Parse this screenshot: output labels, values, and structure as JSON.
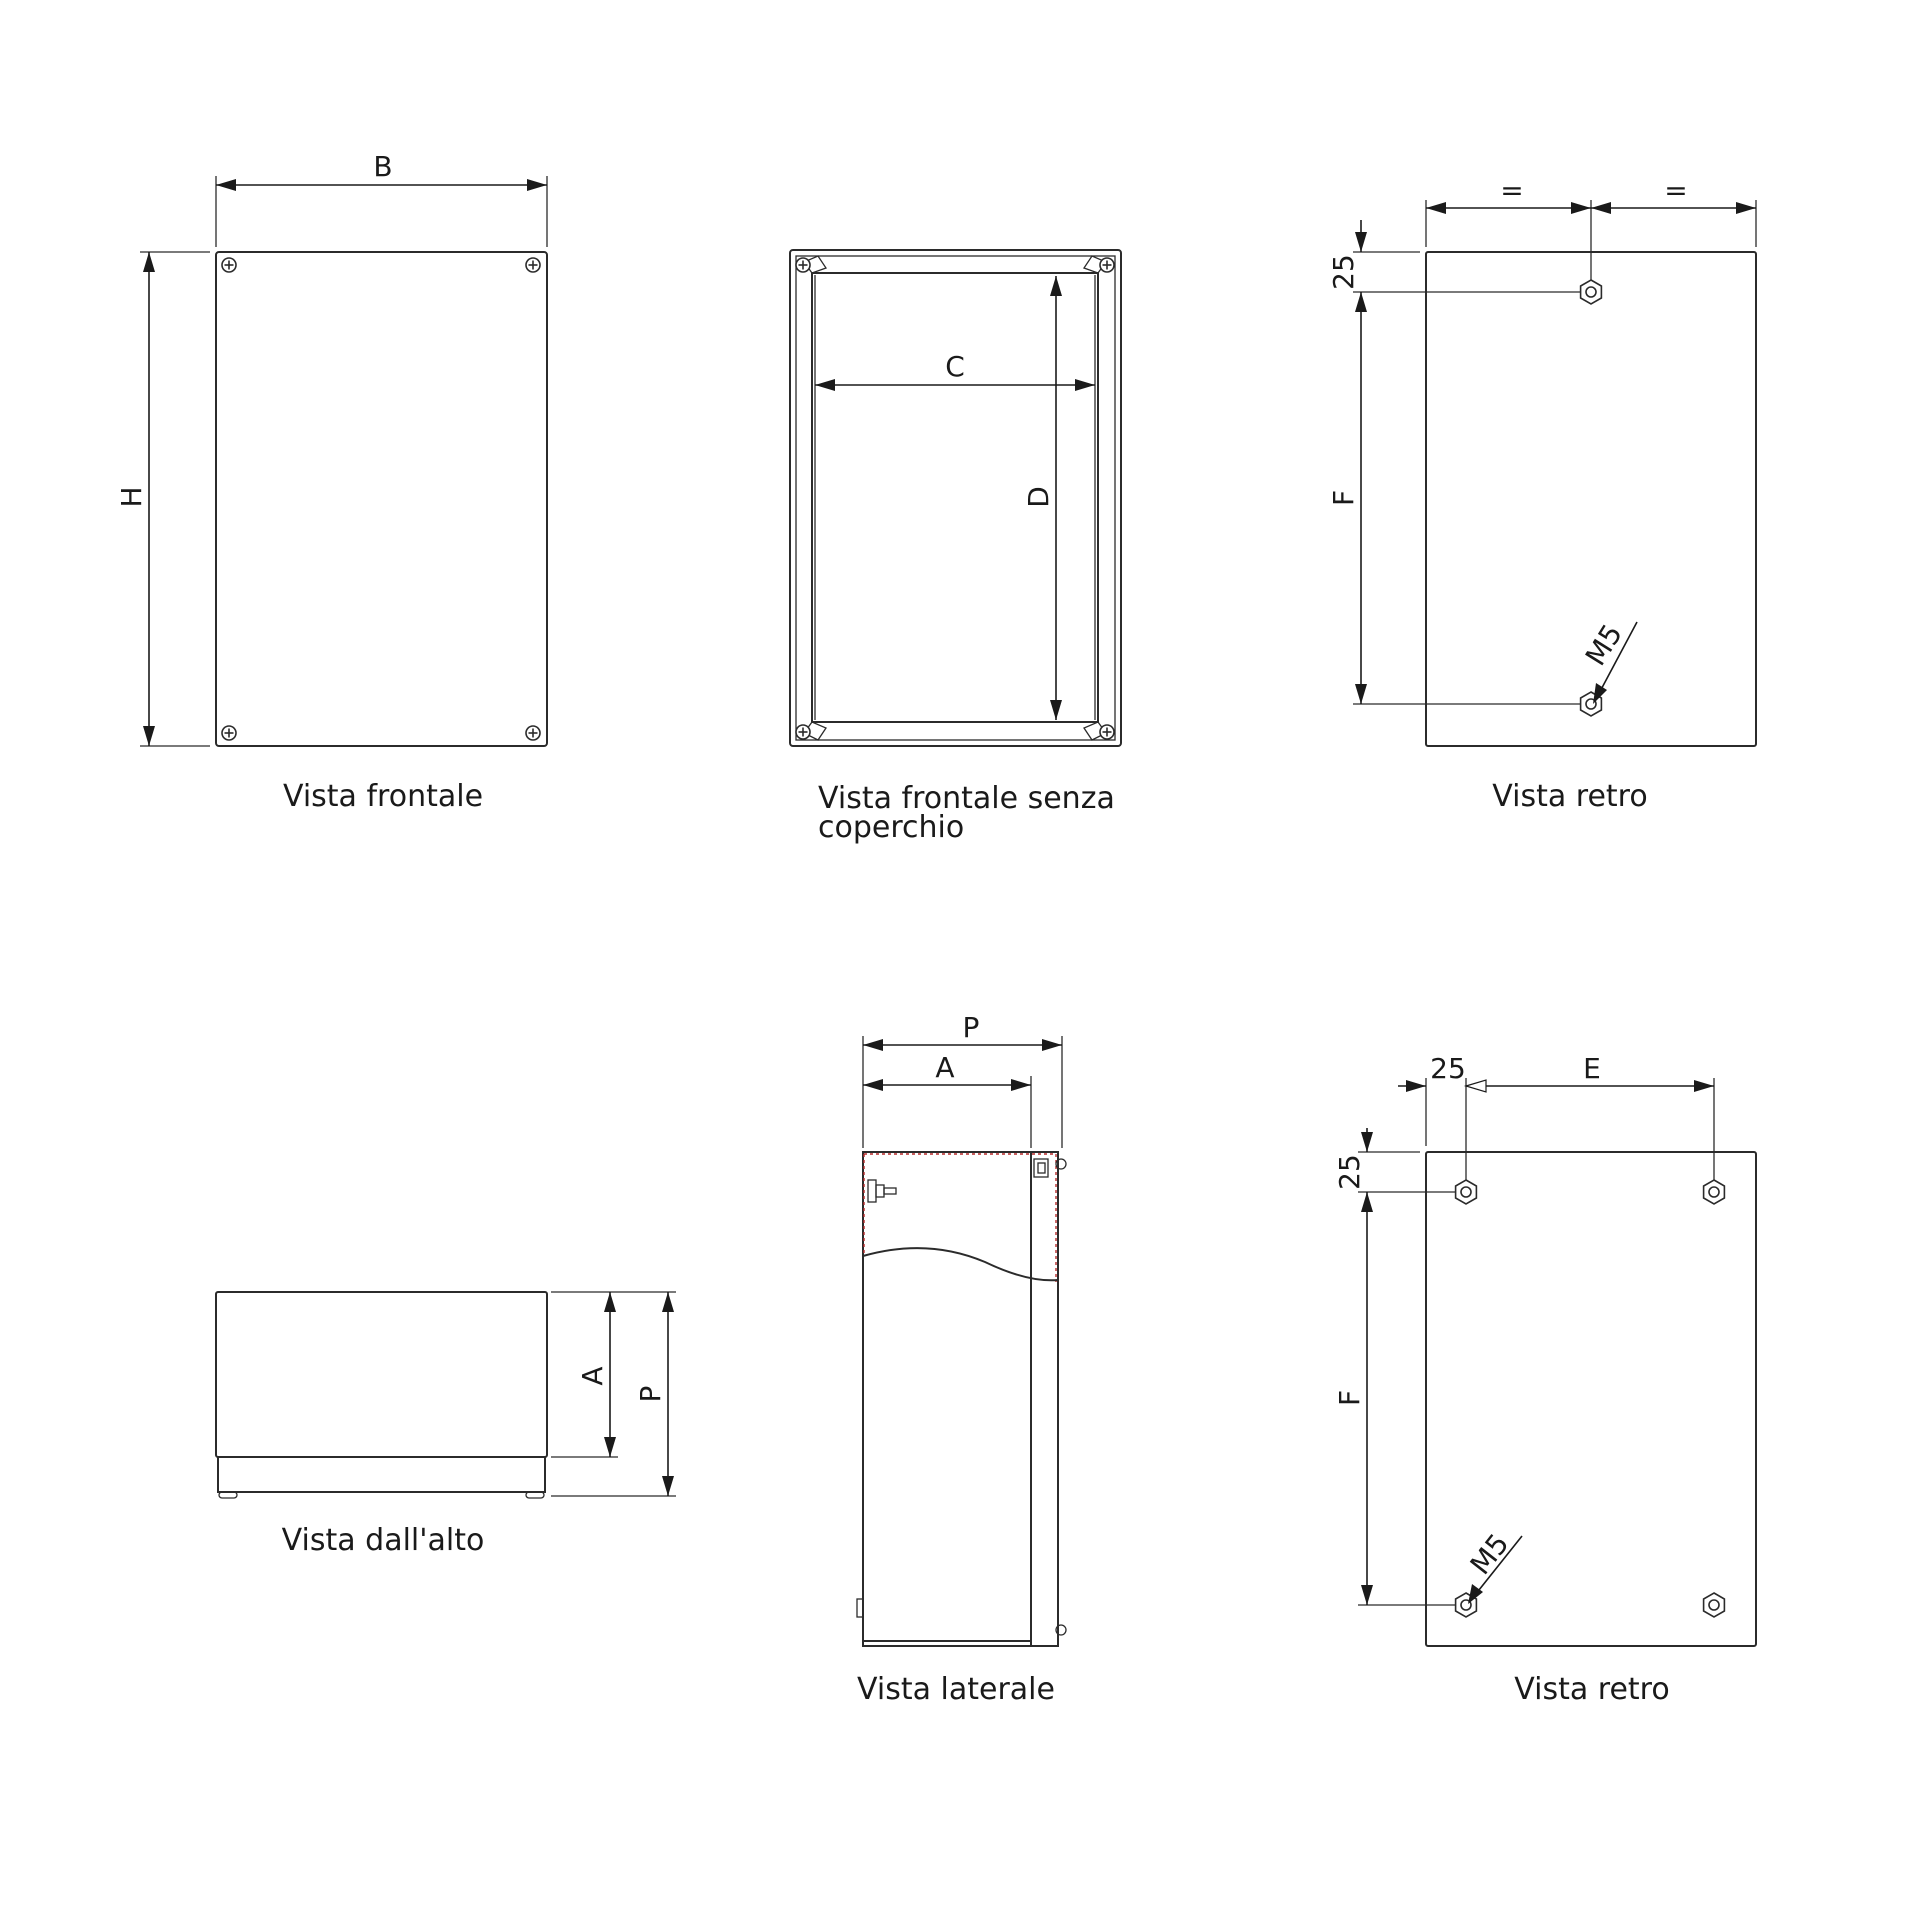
{
  "captions": {
    "front": "Vista frontale",
    "front_no_cover_line1": "Vista frontale senza",
    "front_no_cover_line2": "coperchio",
    "rear_1": "Vista retro",
    "top": "Vista dall'alto",
    "side": "Vista laterale",
    "rear_2": "Vista retro"
  },
  "dimensions": {
    "B": "B",
    "H": "H",
    "C": "C",
    "D": "D",
    "equal_left": "=",
    "equal_right": "=",
    "offset_25_top": "25",
    "F_rear1": "F",
    "thread_rear1": "M5",
    "A_top": "A",
    "P_top": "P",
    "P_side": "P",
    "A_side": "A",
    "offset_25_horiz": "25",
    "E": "E",
    "offset_25_vert": "25",
    "F_rear2": "F",
    "thread_rear2": "M5"
  }
}
